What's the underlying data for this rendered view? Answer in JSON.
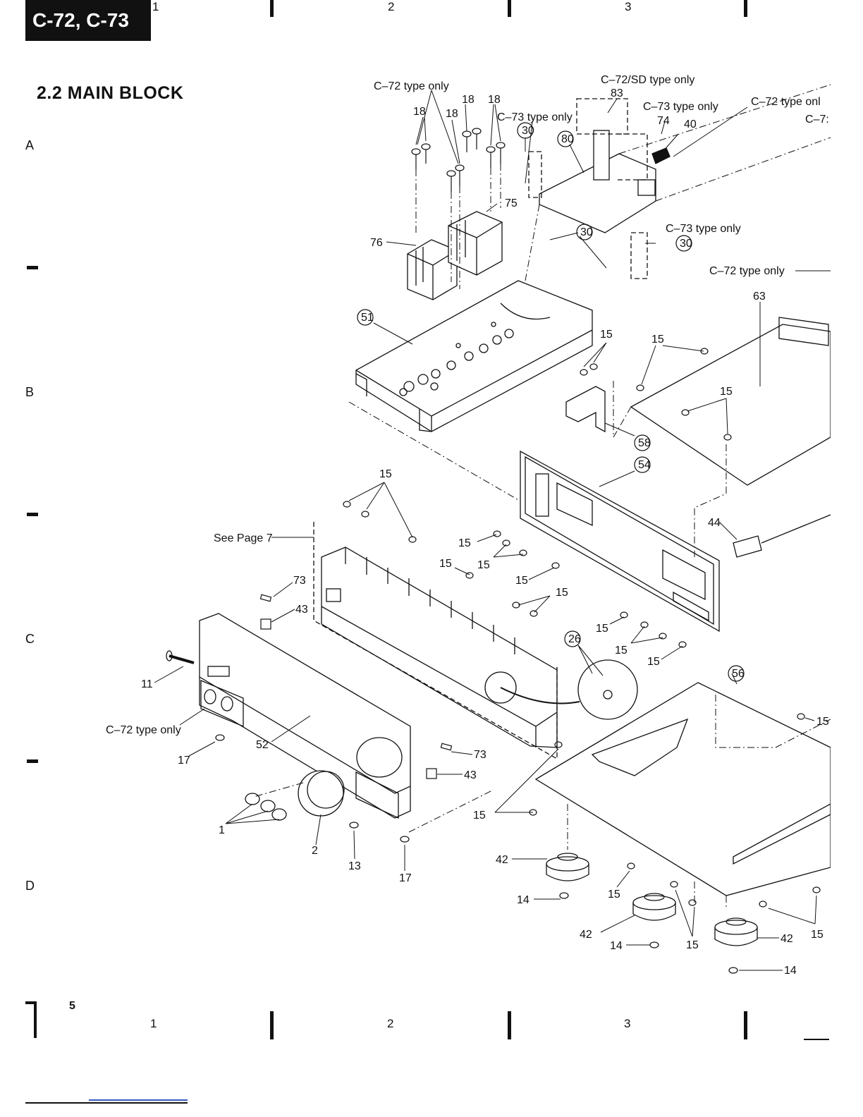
{
  "header": {
    "model": "C-72, C-73",
    "title": "2.2  MAIN  BLOCK"
  },
  "grid": {
    "top": [
      "1",
      "2",
      "3"
    ],
    "bottom": [
      "1",
      "2",
      "3"
    ],
    "side": [
      "A",
      "B",
      "C",
      "D"
    ]
  },
  "page_number": "5",
  "labels": {
    "c72_type_only": "C–72 type only",
    "c72sd_type_only": "C–72/SD type only",
    "c73_type_only": "C–73 type only",
    "c72_type_only_cut": "C–72 type onl",
    "c7_cut": "C–7:",
    "see_page_7": "See Page 7"
  },
  "parts": {
    "p1": "1",
    "p2": "2",
    "p11": "11",
    "p13": "13",
    "p14": "14",
    "p15": "15",
    "p17": "17",
    "p18": "18",
    "p26": "26",
    "p30": "30",
    "p40": "40",
    "p42": "42",
    "p43": "43",
    "p44": "44",
    "p51": "51",
    "p52": "52",
    "p54": "54",
    "p56": "56",
    "p58": "58",
    "p63": "63",
    "p73": "73",
    "p74": "74",
    "p75": "75",
    "p76": "76",
    "p80": "80",
    "p83": "83"
  }
}
